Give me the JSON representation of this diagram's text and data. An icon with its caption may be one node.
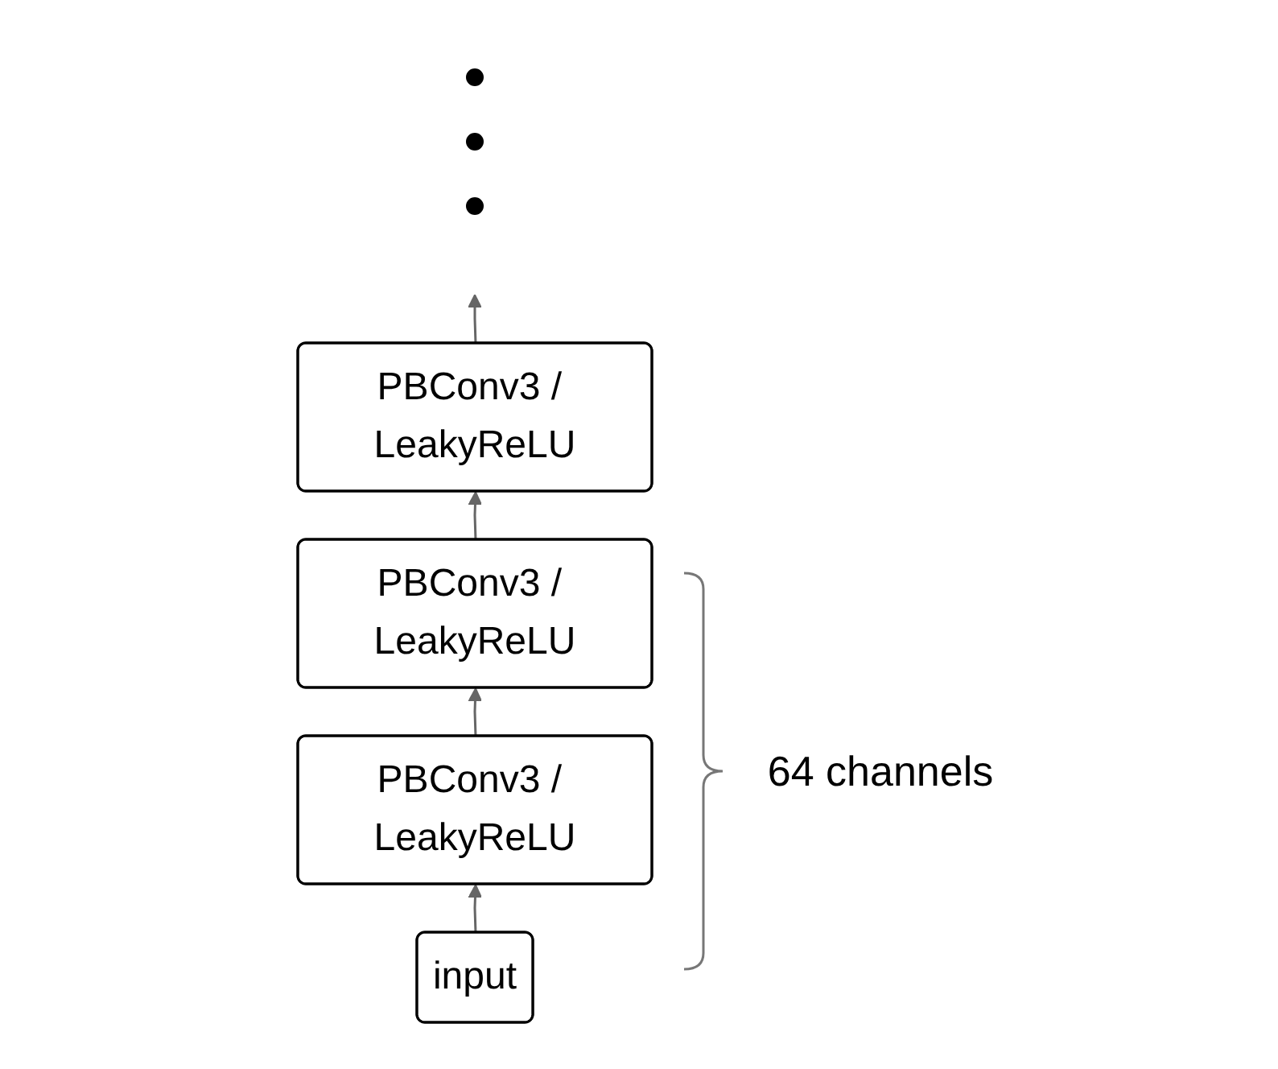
{
  "diagram": {
    "nodes": [
      {
        "text": [
          "input"
        ]
      },
      {
        "text": [
          "PBConv3 / LeakyReLU"
        ]
      },
      {
        "text": [
          "PBConv3 / LeakyReLU"
        ]
      },
      {
        "text": [
          "PBConv3 / LeakyReLU"
        ]
      },
      {
        "text": [],
        "shape": "circle"
      },
      {
        "text": [],
        "shape": "circle"
      },
      {
        "text": [],
        "shape": "circle"
      }
    ],
    "edges": [
      {
        "from": 0,
        "to": 1,
        "arrow": "to"
      },
      {
        "from": 1,
        "to": 2,
        "arrow": "to"
      },
      {
        "from": 2,
        "to": 3,
        "arrow": "to"
      },
      {
        "from": 3,
        "to": null,
        "arrow": "to"
      }
    ],
    "labels": [
      "64 channels"
    ]
  }
}
